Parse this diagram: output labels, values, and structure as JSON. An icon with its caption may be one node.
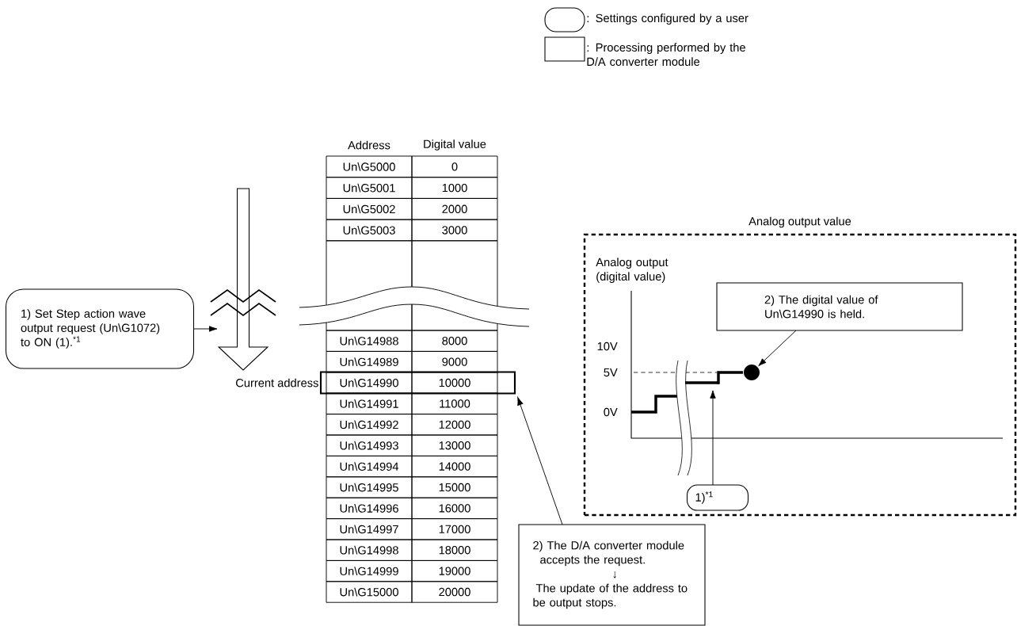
{
  "diagram": {
    "nodes": [
      {
        "text": [
          "1) Set Step action wave output request (Un\\G1072) to ON (1).$^{*1}$"
        ]
      },
      {
        "text": [],
        "shape": "arrow",
        "beside": [
          "Current address"
        ]
      },
      {
        "text": [],
        "shape": "box"
      },
      {
        "text": [
          "2) The D/A converter module accepts the request.",
          "↓",
          "The update of the address to be output stops."
        ]
      },
      {
        "text": [
          "Analog output value"
        ]
      },
      {
        "text": [
          "2) The digital value of Un\\G14990 is held."
        ],
        "in": 4
      },
      {
        "text": [],
        "shape": "circle",
        "in": 4
      },
      {
        "text": [
          "1)$^{*1}$"
        ],
        "in": 4
      },
      {
        "text": [],
        "shape": "bar",
        "in": 4
      }
    ],
    "edges": [
      {
        "from": 0,
        "to": 1,
        "arrow": "to"
      },
      {
        "from": 3,
        "to": 2,
        "arrow": "to"
      },
      {
        "from": 5,
        "to": 6,
        "arrow": "to"
      },
      {
        "from": 7,
        "to": 8,
        "arrow": "to"
      }
    ],
    "labels": [
      "Address",
      "Digital value",
      "Un\\G5000",
      "0",
      "Un\\G5001",
      "1000",
      "Un\\G5002",
      "2000",
      "Un\\G5003",
      "3000",
      "Un\\G14988",
      "8000",
      "Un\\G14989",
      "9000",
      "Un\\G14990",
      "10000",
      "Un\\G14991",
      "11000",
      "Un\\G14992",
      "12000",
      "Un\\G14993",
      "13000",
      "Un\\G14994",
      "14000",
      "Un\\G14995",
      "15000",
      "Un\\G14996",
      "16000",
      "Un\\G14997",
      "17000",
      "Un\\G14998",
      "18000",
      "Un\\G14999",
      "19000",
      "Un\\G15000",
      "20000",
      "Analog output (digital value)",
      "10V",
      "5V",
      "0V"
    ],
    "legend": [
      {
        "text": ": Settings configured by a user"
      },
      {
        "text": ": Processing performed by the D/A converter module"
      }
    ]
  }
}
